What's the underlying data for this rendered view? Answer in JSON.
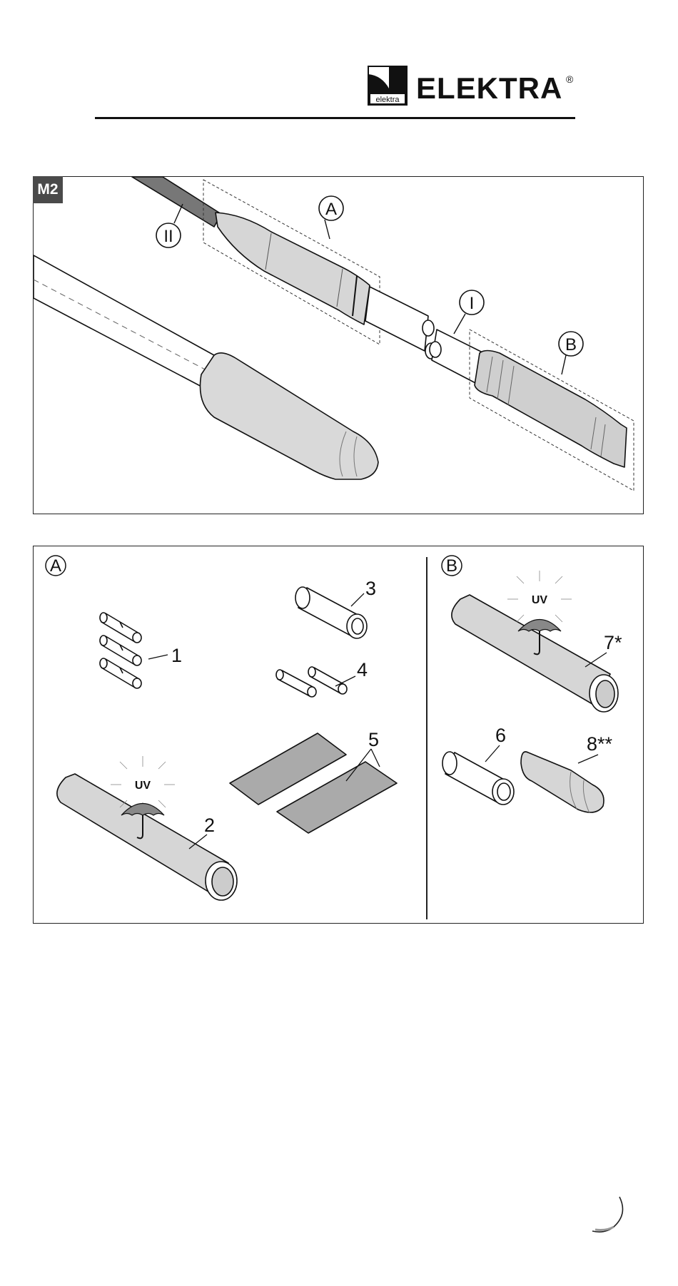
{
  "header": {
    "logo_text": "elektra",
    "brand": "ELEKTRA",
    "registered": "®"
  },
  "figure_m2": {
    "badge": "M2",
    "callouts": {
      "A": "A",
      "B": "B",
      "I": "I",
      "II": "II"
    }
  },
  "figure_parts": {
    "section_a": "A",
    "section_b": "B",
    "items": {
      "i1": "1",
      "i2": "2",
      "i3": "3",
      "i4": "4",
      "i5": "5",
      "i6": "6",
      "i7": "7*",
      "i8": "8**"
    },
    "uv_label": "UV"
  }
}
